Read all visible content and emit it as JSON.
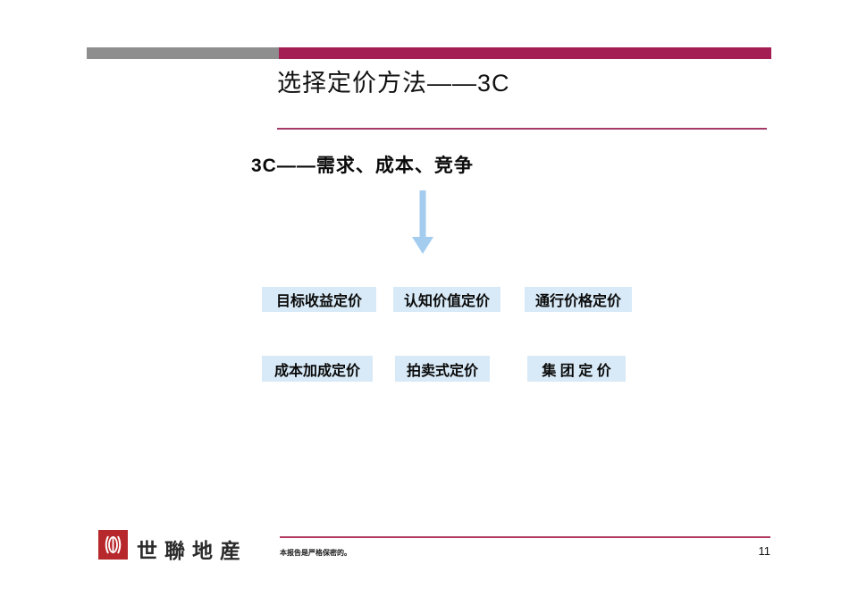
{
  "slide": {
    "title": "选择定价方法——3C",
    "subtitle": "3C——需求、成本、竞争",
    "boxes_row1": [
      "目标收益定价",
      "认知价值定价",
      "通行价格定价"
    ],
    "boxes_row2": [
      "成本加成定价",
      "拍卖式定价",
      "集 团 定 价"
    ],
    "colors": {
      "accent_magenta": "#A51E53",
      "bar_gray": "#8E8E8E",
      "box_blue": "#D8EAF7",
      "arrow_blue": "#A3CCEF",
      "logo_red": "#B7282C"
    }
  },
  "footer": {
    "logo_text": "世聯地産",
    "confidential": "本报告是严格保密的。",
    "page_number": "11"
  }
}
